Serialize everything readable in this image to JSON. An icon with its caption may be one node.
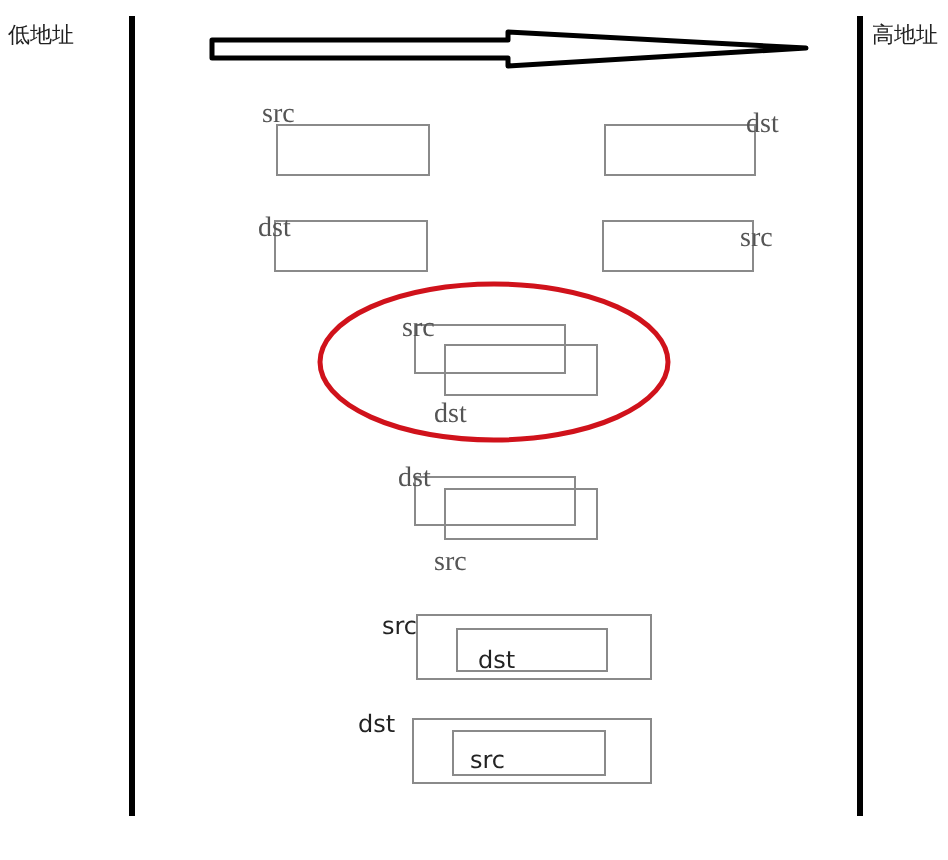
{
  "diagram": {
    "nodes": [
      {
        "text": [
          "src"
        ]
      },
      {
        "text": [
          "dst"
        ]
      },
      {
        "text": [
          "dst"
        ]
      },
      {
        "text": [
          "src"
        ]
      },
      {
        "text": [
          "src"
        ]
      },
      {
        "text": [
          "dst"
        ]
      },
      {
        "text": [
          "dst"
        ]
      },
      {
        "text": [
          "src"
        ]
      },
      {
        "text": [
          "src"
        ]
      },
      {
        "text": [
          "dst"
        ],
        "in": 8
      },
      {
        "text": [
          "dst"
        ]
      },
      {
        "text": [
          "src"
        ],
        "in": 10
      }
    ],
    "labels": [
      "低地址",
      "高地址"
    ]
  }
}
